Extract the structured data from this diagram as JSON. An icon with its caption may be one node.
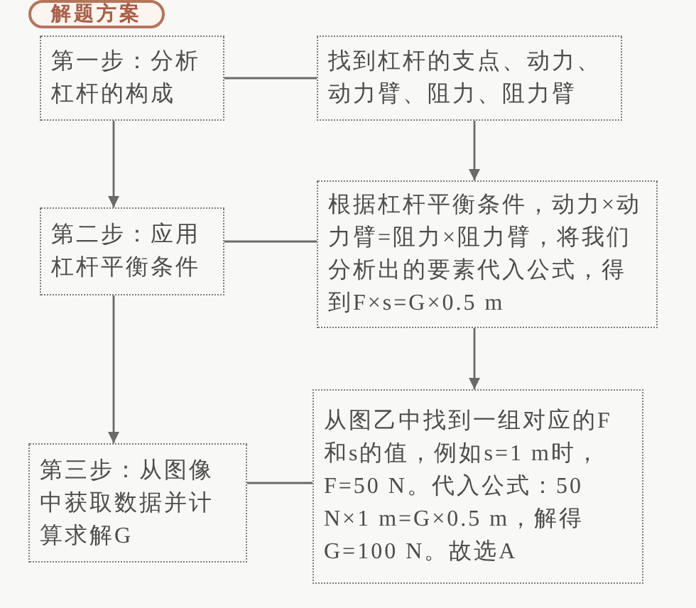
{
  "diagram": {
    "title": "解题方案",
    "nodes": [
      {
        "text": [
          "第一步：分析杠杆的构成"
        ]
      },
      {
        "text": [
          "找到杠杆的支点、动力、动力臂、阻力、阻力臂"
        ]
      },
      {
        "text": [
          "第二步：应用杠杆平衡条件"
        ]
      },
      {
        "text": [
          "根据杠杆平衡条件，动力×动力臂=阻力×阻力臂，将我们分析出的要素代入公式，得到F×s=G×0.5 m"
        ]
      },
      {
        "text": [
          "第三步：从图像中获取数据并计算求解G"
        ]
      },
      {
        "text": [
          "从图乙中找到一组对应的F和s的值，例如s=1 m时，F=50 N。代入公式：50 N×1 m=G×0.5 m，解得G=100 N。故选A"
        ]
      }
    ],
    "edges": [
      {
        "from": 0,
        "to": 1,
        "arrow": "none"
      },
      {
        "from": 0,
        "to": 2,
        "arrow": "to"
      },
      {
        "from": 1,
        "to": 3,
        "arrow": "to"
      },
      {
        "from": 2,
        "to": 3,
        "arrow": "none"
      },
      {
        "from": 2,
        "to": 4,
        "arrow": "to"
      },
      {
        "from": 3,
        "to": 5,
        "arrow": "to"
      },
      {
        "from": 4,
        "to": 5,
        "arrow": "none"
      }
    ]
  }
}
